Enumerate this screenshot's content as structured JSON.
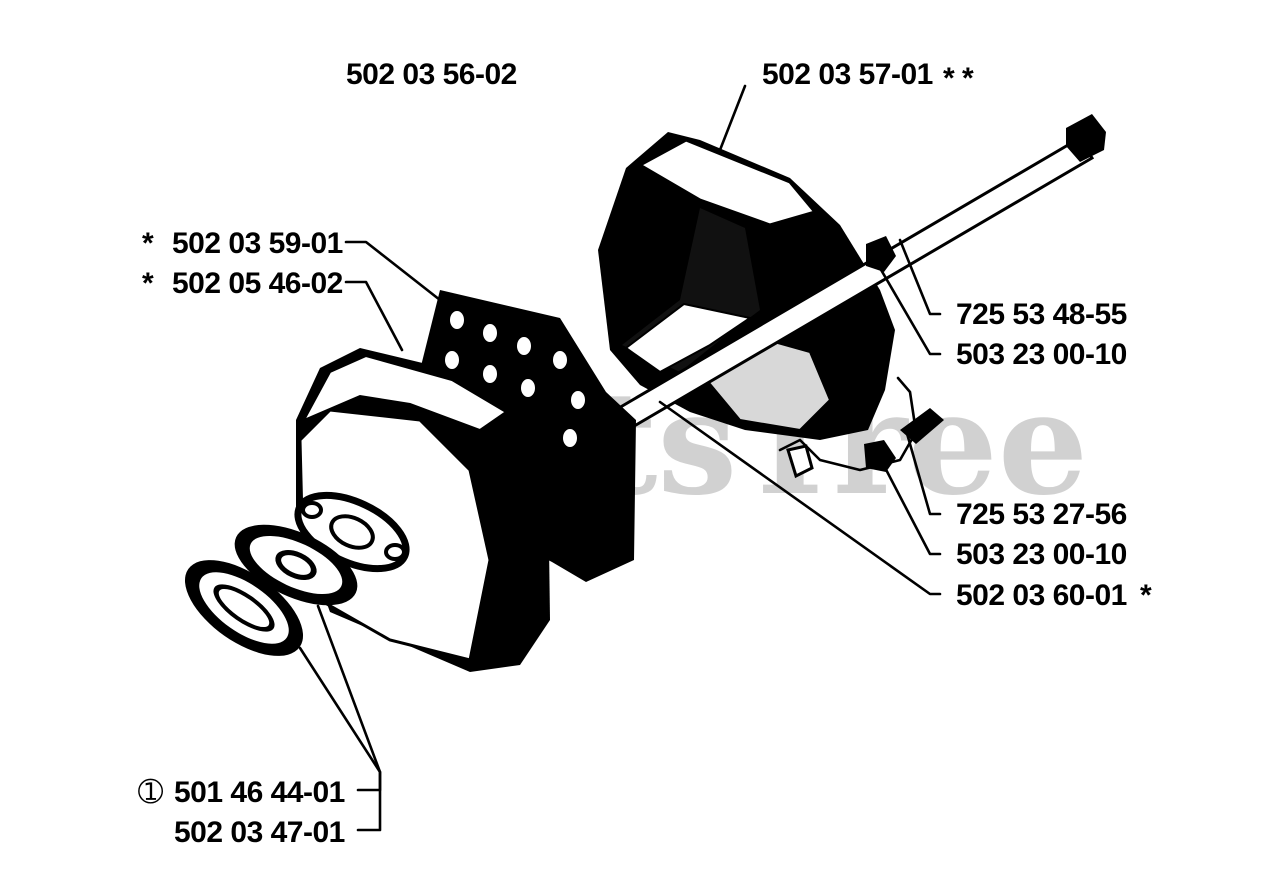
{
  "watermark": "PartsTree",
  "labels": {
    "top_left": "502 03 56-02",
    "top_right": "502 03 57-01",
    "top_right_mark": "* *",
    "left_1_mark": "*",
    "left_1": "502 03 59-01",
    "left_2_mark": "*",
    "left_2": "502 05 46-02",
    "right_1": "725 53 48-55",
    "right_2": "503 23 00-10",
    "right_3": "725 53 27-56",
    "right_4": "503 23 00-10",
    "right_5": "502 03 60-01",
    "right_5_mark": "*",
    "bottom_1_mark": "➀",
    "bottom_1": "501 46 44-01",
    "bottom_2": "502 03 47-01"
  }
}
